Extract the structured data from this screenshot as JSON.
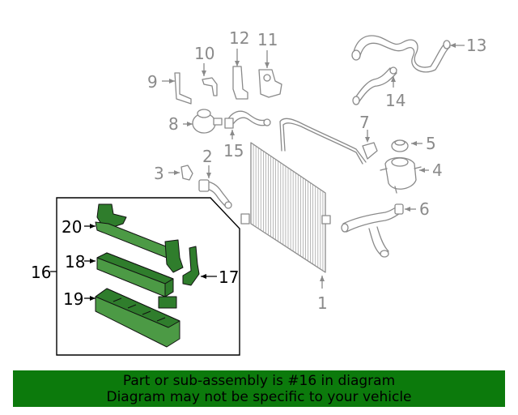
{
  "callouts": {
    "c1": "1",
    "c2": "2",
    "c3": "3",
    "c4": "4",
    "c5": "5",
    "c6": "6",
    "c7": "7",
    "c8": "8",
    "c9": "9",
    "c10": "10",
    "c11": "11",
    "c12": "12",
    "c13": "13",
    "c14": "14",
    "c15": "15",
    "c16": "16",
    "c17": "17",
    "c18": "18",
    "c19": "19",
    "c20": "20"
  },
  "colors": {
    "highlight_part": "#2f7d2c",
    "banner_bg": "#0c7a0c",
    "callout_grey": "#8a8a8a",
    "callout_highlight": "#000000"
  },
  "banner": {
    "line1": "Part or sub-assembly is #16 in diagram",
    "line2": "Diagram may not be specific to your vehicle"
  }
}
